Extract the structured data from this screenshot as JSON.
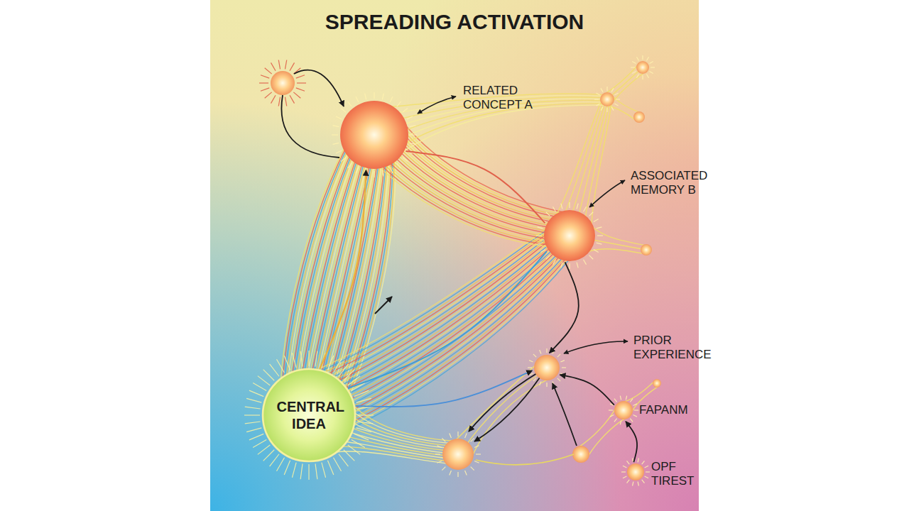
{
  "diagram": {
    "title": "SPREADING ACTIVATION",
    "nodes": [
      {
        "text": [
          "RELATED CONCEPT A"
        ]
      },
      {
        "text": [
          "ASSOCIATED MEMORY B"
        ]
      },
      {
        "text": [
          "PRIOR EXPERIENCE"
        ]
      },
      {
        "text": [
          "CENTRAL IDEA"
        ]
      },
      {
        "text": [
          "FAPANM"
        ]
      },
      {
        "text": [
          "OPF TIREST"
        ]
      }
    ],
    "edges": [
      {
        "from": 3,
        "to": 0,
        "arrow": "to"
      },
      {
        "from": 3,
        "to": 1,
        "arrow": "none"
      },
      {
        "from": 0,
        "to": 1,
        "arrow": "none"
      },
      {
        "from": 1,
        "to": 2,
        "arrow": "to"
      },
      {
        "from": 4,
        "to": 2,
        "arrow": "to"
      },
      {
        "from": 5,
        "to": 4,
        "arrow": "to"
      },
      {
        "from": 3,
        "to": 2,
        "arrow": "to"
      }
    ]
  }
}
